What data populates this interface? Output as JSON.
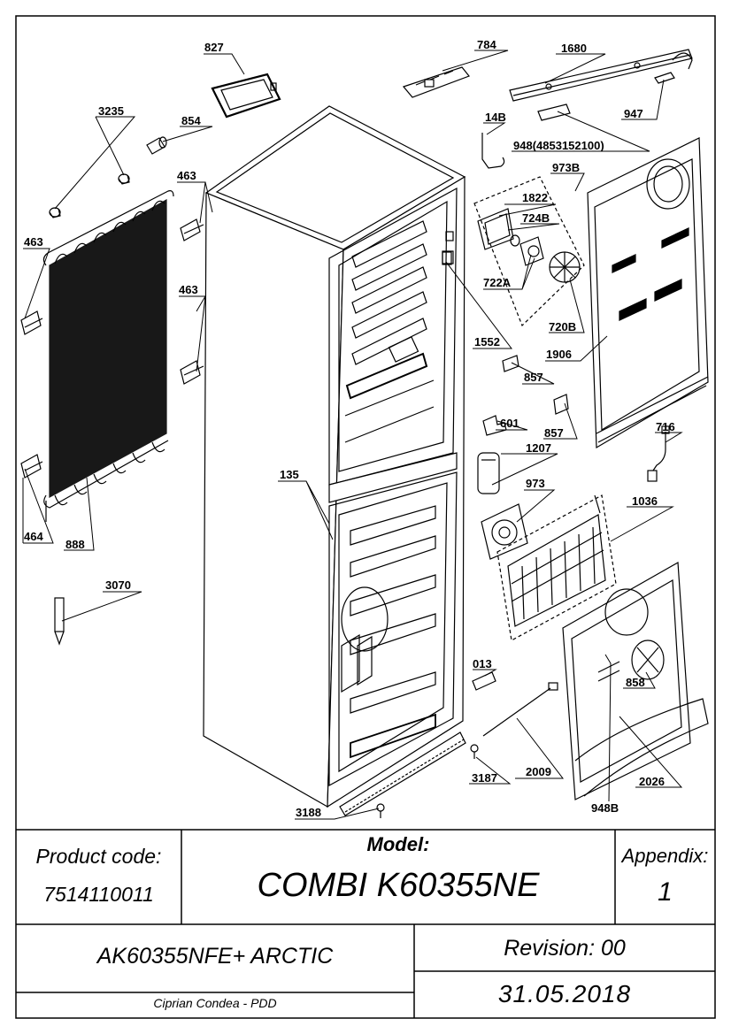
{
  "parts": [
    {
      "id": "p827",
      "label": "827"
    },
    {
      "id": "p784",
      "label": "784"
    },
    {
      "id": "p1680",
      "label": "1680"
    },
    {
      "id": "p3235",
      "label": "3235"
    },
    {
      "id": "p854",
      "label": "854"
    },
    {
      "id": "p947",
      "label": "947"
    },
    {
      "id": "p14B",
      "label": "14B"
    },
    {
      "id": "p948",
      "label": "948(4853152100)"
    },
    {
      "id": "p973B",
      "label": "973B"
    },
    {
      "id": "p463a",
      "label": "463"
    },
    {
      "id": "p1822",
      "label": "1822"
    },
    {
      "id": "p724B",
      "label": "724B"
    },
    {
      "id": "p463b",
      "label": "463"
    },
    {
      "id": "p722A",
      "label": "722A"
    },
    {
      "id": "p463c",
      "label": "463"
    },
    {
      "id": "p720B",
      "label": "720B"
    },
    {
      "id": "p1552",
      "label": "1552"
    },
    {
      "id": "p1906",
      "label": "1906"
    },
    {
      "id": "p857a",
      "label": "857"
    },
    {
      "id": "p601",
      "label": "601"
    },
    {
      "id": "p857b",
      "label": "857"
    },
    {
      "id": "p716",
      "label": "716"
    },
    {
      "id": "p1207",
      "label": "1207"
    },
    {
      "id": "p135",
      "label": "135"
    },
    {
      "id": "p973",
      "label": "973"
    },
    {
      "id": "p1036",
      "label": "1036"
    },
    {
      "id": "p464",
      "label": "464"
    },
    {
      "id": "p888",
      "label": "888"
    },
    {
      "id": "p3070",
      "label": "3070"
    },
    {
      "id": "p013",
      "label": "013"
    },
    {
      "id": "p858",
      "label": "858"
    },
    {
      "id": "p3187",
      "label": "3187"
    },
    {
      "id": "p2009",
      "label": "2009"
    },
    {
      "id": "p2026",
      "label": "2026"
    },
    {
      "id": "p948B",
      "label": "948B"
    },
    {
      "id": "p3188",
      "label": "3188"
    }
  ],
  "title_block": {
    "product_code_label": "Product code:",
    "product_code": "7514110011",
    "model_label": "Model:",
    "model": "COMBI K60355NE",
    "appendix_label": "Appendix:",
    "appendix": "1",
    "variant": "AK60355NFE+ ARCTIC",
    "revision": "Revision: 00",
    "author": "Ciprian Condea - PDD",
    "date": "31.05.2018"
  }
}
